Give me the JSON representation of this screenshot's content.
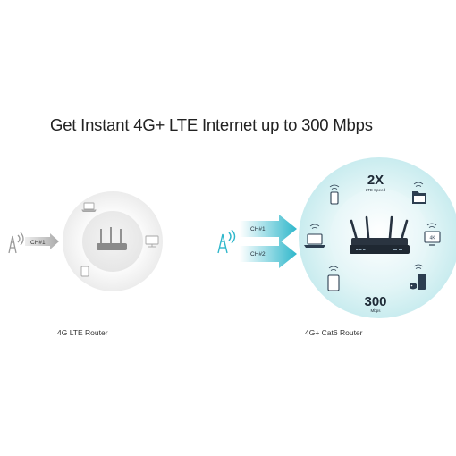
{
  "headline": "Get Instant 4G+ LTE Internet up to 300 Mbps",
  "left": {
    "caption": "4G LTE Router",
    "channel_label": "CH#1"
  },
  "right": {
    "caption": "4G+ Cat6 Router",
    "channel_labels": [
      "CH#1",
      "CH#2"
    ],
    "speed_badge": "2X",
    "speed_badge_sub": "LTE Speed",
    "throughput": "300",
    "throughput_unit": "Mbps"
  },
  "colors": {
    "left_ring": "#f0f0f0",
    "left_inner": "#f6f6f6",
    "right_ring": "#d3eff1",
    "right_inner": "#e4f6f7",
    "arrow_teal": "#3fbfd0",
    "icon_dark": "#2c3e50",
    "icon_grey": "#9a9a9a",
    "text_dark": "#1e2a36"
  }
}
